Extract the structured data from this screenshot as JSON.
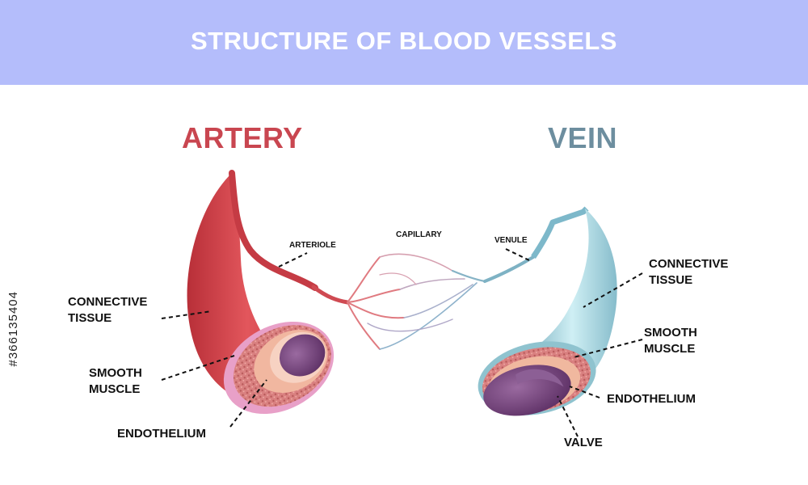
{
  "title": "STRUCTURE OF BLOOD VESSELS",
  "artery": {
    "heading": "ARTERY",
    "labels": {
      "arteriole": "ARTERIOLE",
      "connective_tissue": "CONNECTIVE\nTISSUE",
      "smooth_muscle": "SMOOTH\nMUSCLE",
      "endothelium": "ENDOTHELIUM"
    }
  },
  "capillary": {
    "label": "CAPILLARY"
  },
  "vein": {
    "heading": "VEIN",
    "labels": {
      "venule": "VENULE",
      "connective_tissue": "CONNECTIVE\nTISSUE",
      "smooth_muscle": "SMOOTH\nMUSCLE",
      "endothelium": "ENDOTHELIUM",
      "valve": "VALVE"
    }
  },
  "side_id": "#366135404",
  "colors": {
    "banner": "#b4bdfb",
    "artery": "#c94650",
    "vein": "#6d8e9f",
    "artery_fill": "#d9454c",
    "vein_fill": "#8fc3cf",
    "lumen": "#6c3f73"
  }
}
